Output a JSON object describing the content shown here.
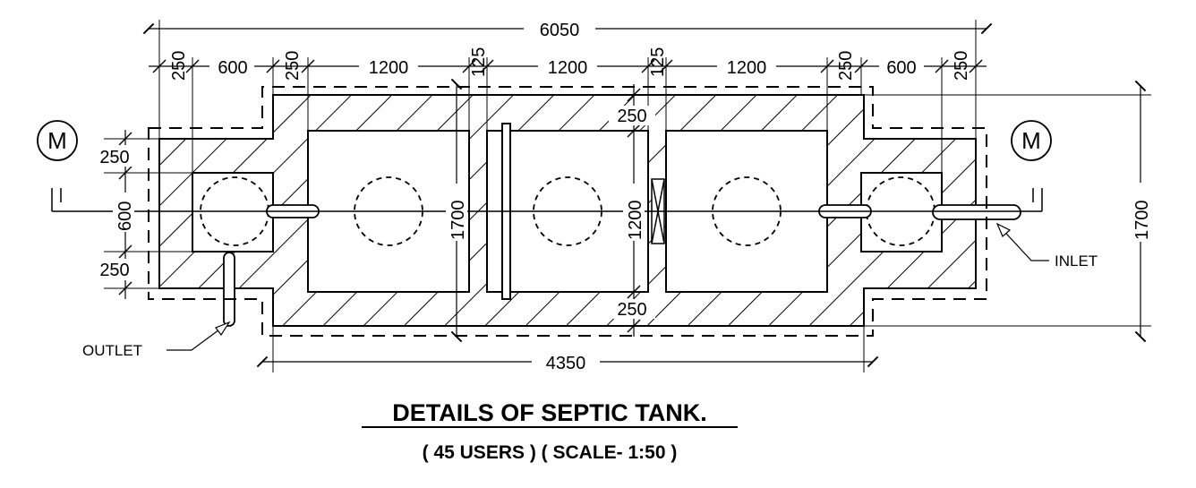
{
  "dimensions": {
    "overall_top": "6050",
    "top_chain": [
      "250",
      "600",
      "250",
      "1200",
      "125",
      "1200",
      "125",
      "1200",
      "250",
      "600",
      "250"
    ],
    "bottom_overall": "4350",
    "right_overall": "1700",
    "left_chain": [
      "250",
      "600",
      "250"
    ],
    "inner_height_1": "1700",
    "inner_height_2": "1200",
    "inner_top_wall": "250",
    "inner_bottom_wall": "250"
  },
  "section_marks": {
    "left": "M",
    "right": "M"
  },
  "labels": {
    "outlet": "OUTLET",
    "inlet": "INLET"
  },
  "title": "DETAILS OF SEPTIC TANK.",
  "subtitle": "( 45 USERS ) ( SCALE- 1:50 )"
}
